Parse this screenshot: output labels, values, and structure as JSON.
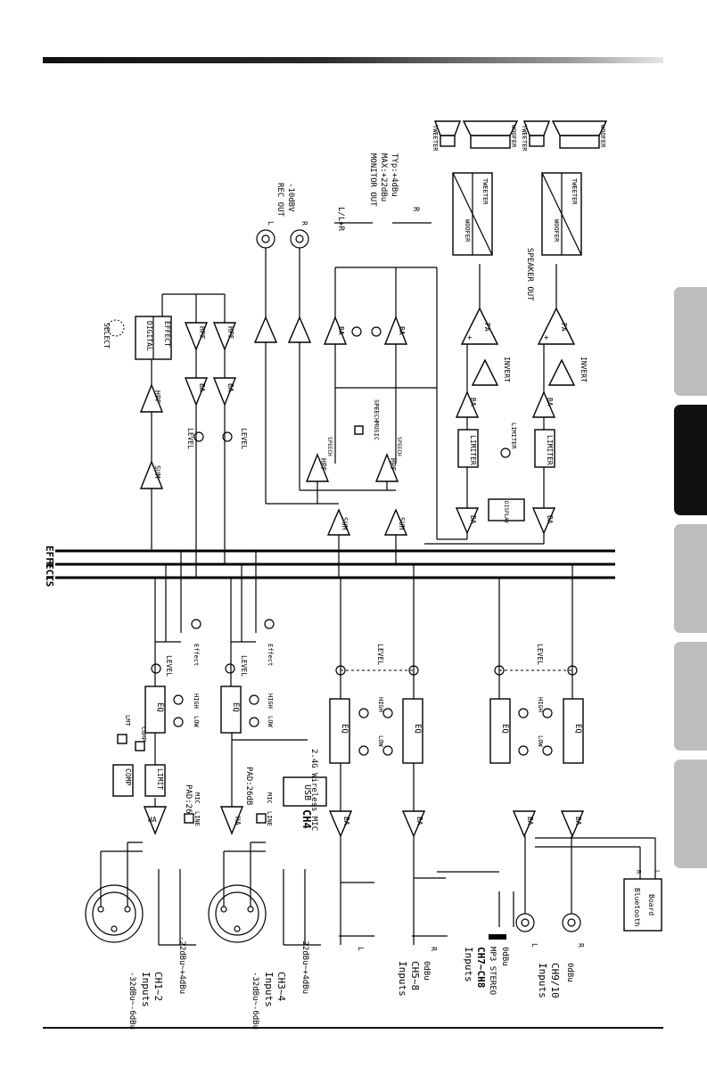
{
  "buses": [
    "EFFECTS",
    "R",
    "L"
  ],
  "effects_section": {
    "select": "SELECT",
    "digital": "DIGITAL",
    "effect": "EFFECT",
    "hpf": "HPF",
    "sum": "SUM",
    "ba": "BA",
    "level": "LEVEL"
  },
  "rec_out": {
    "label": "REC OUT",
    "level": "-10dBV",
    "l": "L",
    "r": "R"
  },
  "monitor_out": {
    "title": "MONITOR OUT",
    "max": "MAX:+22dBu",
    "typ": "TYp:+4dBu",
    "l_lr": "L/L+R",
    "r": "R"
  },
  "speaker_out": {
    "label": "SPEAKER OUT",
    "tweeter": "TWEETER",
    "woofer": "WOOFER",
    "pa": "PA",
    "invert": "INVERT",
    "limiter": "LIMITER",
    "display": "DISPLAY",
    "plus": "+",
    "minus": "-"
  },
  "mode_switch": {
    "speech": "SPEECH",
    "music": "MUSIC"
  },
  "channel_strip": {
    "ha": "HA",
    "comp": "COMP",
    "limit": "LIMIT",
    "lmt": "LMT",
    "pad": "PAD:26dB",
    "mic": "MIC",
    "line": "LINE",
    "eq": "EQ",
    "high": "HIGH",
    "low": "LOW",
    "level": "LEVEL",
    "effect": "Effect",
    "ba": "BA"
  },
  "usb": {
    "label": "USB",
    "wireless": "2.4G Wireless MIC",
    "ch": "CH4"
  },
  "bluetooth": {
    "line1": "Bluetooth",
    "line2": "Board",
    "r": "R",
    "l": "L"
  },
  "inputs": [
    {
      "name": "Inputs",
      "ch": "CH1~2",
      "mic_level": "-32dBu~-6dBu",
      "line_level": "-22dBu~+4dBu"
    },
    {
      "name": "Inputs",
      "ch": "CH3~4",
      "mic_level": "-32dBu~-6dBu",
      "line_level": "-22dBu~+4dBu"
    },
    {
      "name": "Inputs",
      "ch": "CH5~8",
      "level": "0dBu",
      "l": "L",
      "r": "R"
    },
    {
      "name": "Inputs",
      "ch": "CH7~CH8",
      "sub": "MP3 STEREO",
      "level": "0dBu"
    },
    {
      "name": "Inputs",
      "ch": "CH9/10",
      "level": "0dBu",
      "l": "L",
      "r": "R"
    }
  ],
  "colors": {
    "ink": "#000000",
    "tab_inactive": "#bdbdbd",
    "tab_active": "#111111"
  }
}
